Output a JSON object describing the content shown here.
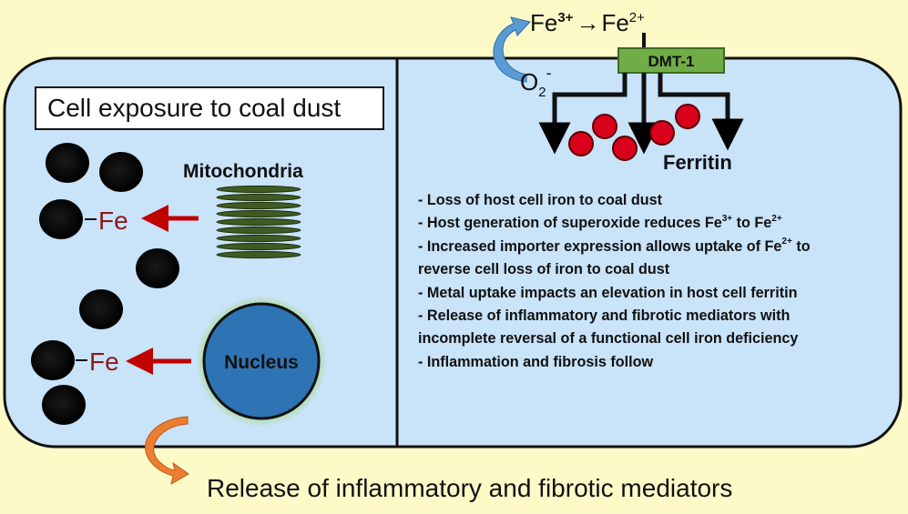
{
  "left_panel": {
    "title": "Cell exposure to coal dust",
    "mitochondria_label": "Mitochondria",
    "nucleus_label": "Nucleus",
    "iron_label_1": "Fe",
    "iron_label_2": "Fe"
  },
  "reaction": {
    "fe3_base": "Fe",
    "fe3_charge": "3+",
    "arrow": "→",
    "fe2_base": "Fe",
    "fe2_charge": "2+",
    "oxygen_base": "O",
    "oxygen_sub": "2",
    "oxygen_charge": "-"
  },
  "transporter_label": "DMT-1",
  "ferritin_label": "Ferritin",
  "bullets": {
    "line1": "- Loss of host cell iron to coal dust",
    "line2_pre": "- Host generation of superoxide reduces Fe",
    "line2_sup1": "3+",
    "line2_mid": " to Fe",
    "line2_sup2": "2+",
    "line3_pre": "- Increased importer expression allows uptake of Fe",
    "line3_sup": "2+",
    "line3_post": " to",
    "line4": "reverse cell loss of iron to coal dust",
    "line5": "- Metal uptake impacts an elevation in host cell ferritin",
    "line6": "- Release of inflammatory and fibrotic mediators with",
    "line7": "incomplete reversal of a functional cell iron deficiency",
    "line8": "- Inflammation and fibrosis follow"
  },
  "release_caption": "Release of inflammatory and fibrotic mediators",
  "colors": {
    "background": "#fdfac8",
    "cell_fill": "#c9e3f9",
    "dust": "#000000",
    "iron_text": "#8b1a1a",
    "iron_arrow": "#c00000",
    "mitochondria": "#3f5b22",
    "nucleus": "#2e74b5",
    "nucleus_glow": "#a9d98a",
    "dmt1": "#70ad47",
    "ferritin": "#d9001b",
    "oxygen_arrow": "#5b9bd5",
    "release_arrow": "#ed7d31"
  }
}
